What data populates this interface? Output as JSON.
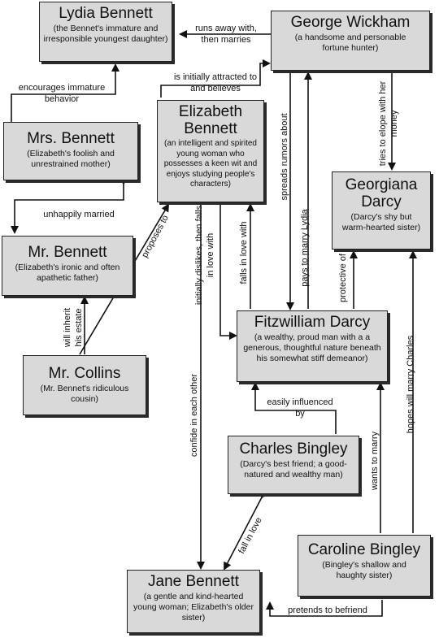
{
  "characters": {
    "lydia": {
      "name": "Lydia Bennett",
      "desc": "(the Bennet's immature and irresponsible youngest daughter)"
    },
    "wickham": {
      "name": "George Wickham",
      "desc": "(a handsome and personable fortune hunter)"
    },
    "mrs_bennett": {
      "name": "Mrs. Bennett",
      "desc": "(Elizabeth's foolish and unrestrained mother)"
    },
    "elizabeth": {
      "name": "Elizabeth Bennett",
      "desc": "(an intelligent and spirited young woman who possesses a keen wit and enjoys studying people's characters)"
    },
    "georgiana": {
      "name": "Georgiana Darcy",
      "desc": "(Darcy's shy but warm-hearted sister)"
    },
    "mr_bennett": {
      "name": "Mr. Bennett",
      "desc": "(Elizabeth's ironic and often apathetic father)"
    },
    "darcy": {
      "name": "Fitzwilliam Darcy",
      "desc": "(a wealthy, proud man with a a generous, thoughtful nature beneath his somewhat stiff demeanor)"
    },
    "collins": {
      "name": "Mr. Collins",
      "desc": "(Mr. Bennet's ridiculous cousin)"
    },
    "bingley": {
      "name": "Charles Bingley",
      "desc": "(Darcy's best friend; a good-natured and wealthy man)"
    },
    "caroline": {
      "name": "Caroline Bingley",
      "desc": "(Bingley's shallow and haughty sister)"
    },
    "jane": {
      "name": "Jane Bennett",
      "desc": "(a gentle and kind-hearted young woman; Elizabeth's older sister)"
    }
  },
  "relations": {
    "runs_away": "runs away with, then marries",
    "encourages": "encourages immature behavior",
    "attracted": "is initially attracted to and believes",
    "spreads": "spreads rumors about",
    "pays": "pays to marry Lydia",
    "elope": "tries to elope with her money",
    "unhappily": "unhappily married",
    "proposes": "proposes to",
    "dislikes": "initially dislikes, then falls in love with",
    "falls_love": "falls in love with",
    "protective": "protective of",
    "inherit": "will inherit his estate",
    "confide": "confide in each other",
    "influenced": "easily influenced by",
    "hopes": "hopes will marry Charles",
    "wants": "wants to marry",
    "fall_in_love": "fall in love",
    "befriend": "pretends to befriend"
  }
}
